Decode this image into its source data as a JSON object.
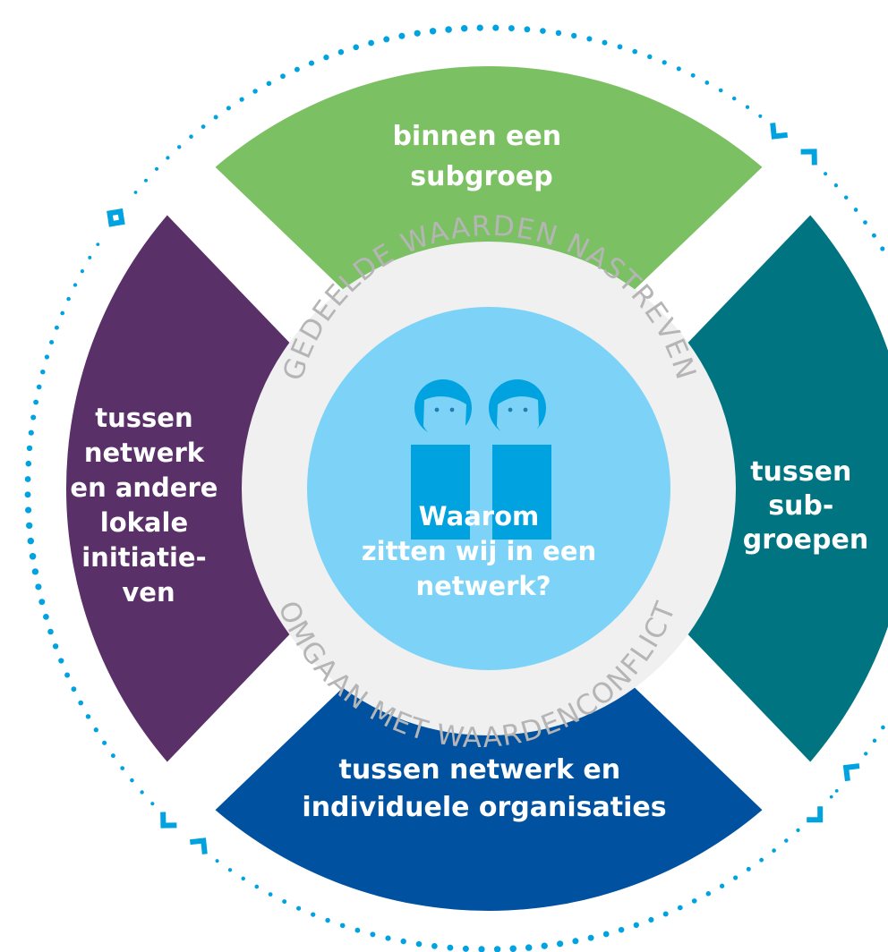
{
  "segments": {
    "top": {
      "lines": [
        "binnen een",
        "subgroep"
      ],
      "color": "#7cc064"
    },
    "right": {
      "lines": [
        "tussen",
        "sub-",
        "groepen"
      ],
      "color": "#007480"
    },
    "bottom": {
      "lines": [
        "tussen netwerk en",
        "individuele organisaties"
      ],
      "color": "#0052a0"
    },
    "left": {
      "lines": [
        "tussen",
        "netwerk",
        "en andere",
        "lokale",
        "initiatie-",
        "ven"
      ],
      "color": "#5a3068"
    }
  },
  "ring": {
    "top_text": "GEDEELDE WAARDEN NASTREVEN",
    "bottom_text": "OMGAAN MET WAARDENCONFLICT",
    "color": "#f0f0f0"
  },
  "center": {
    "question_lines": [
      "Waarom",
      "zitten wij in een",
      "netwerk?"
    ],
    "color": "#7dd3f7",
    "people_color": "#00a3e0",
    "people_icon": "two-people-icon"
  },
  "cycle_arrows": {
    "color": "#00a3e0",
    "icon": "dotted-cycle-arrow-icon"
  }
}
